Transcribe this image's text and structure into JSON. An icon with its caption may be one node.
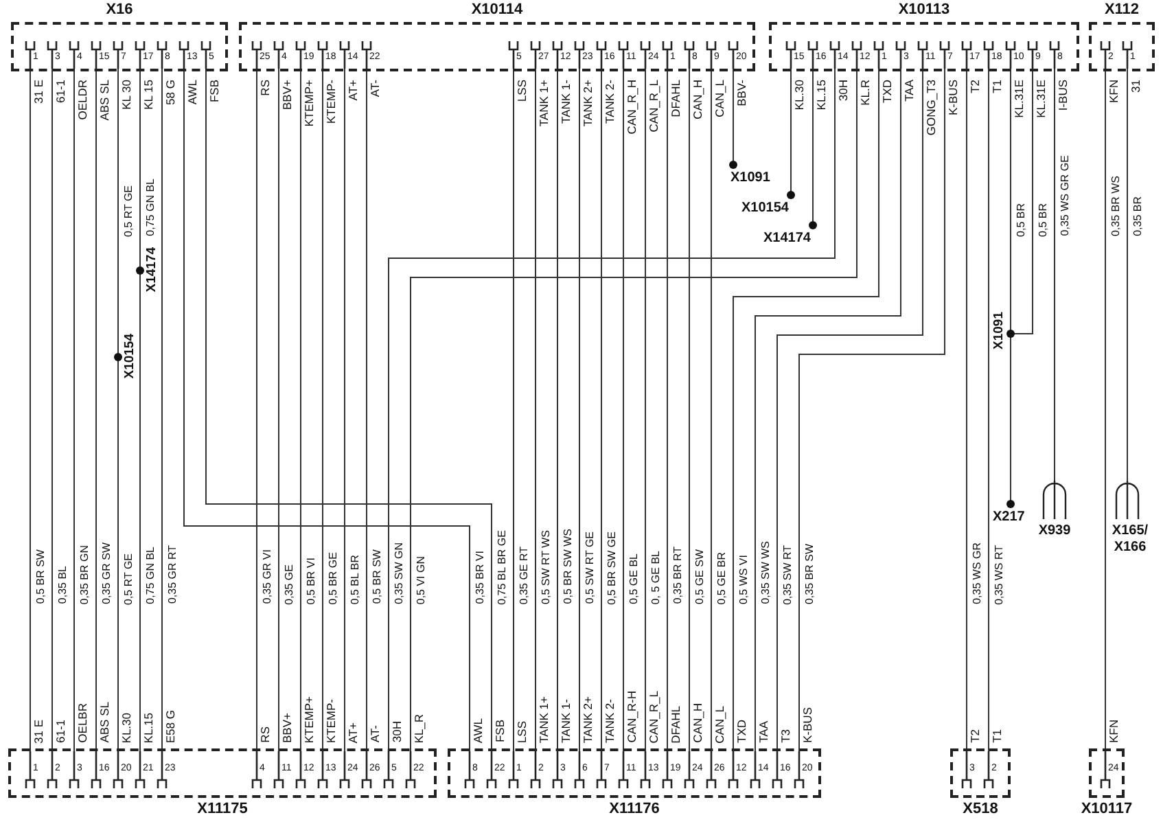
{
  "diagram": {
    "nodes": [
      {
        "text": [
          "X16"
        ]
      },
      {
        "text": [
          "1"
        ],
        "beside": [
          "31 E"
        ],
        "in": 0
      },
      {
        "text": [
          "3"
        ],
        "beside": [
          "61-1"
        ],
        "in": 0
      },
      {
        "text": [
          "4"
        ],
        "beside": [
          "OELDR"
        ],
        "in": 0
      },
      {
        "text": [
          "15"
        ],
        "beside": [
          "ABS SL"
        ],
        "in": 0
      },
      {
        "text": [
          "7"
        ],
        "beside": [
          "KL 30"
        ],
        "in": 0
      },
      {
        "text": [
          "17"
        ],
        "beside": [
          "KL 15"
        ],
        "in": 0
      },
      {
        "text": [
          "8"
        ],
        "beside": [
          "58 G"
        ],
        "in": 0
      },
      {
        "text": [
          "13"
        ],
        "beside": [
          "AWL"
        ],
        "in": 0
      },
      {
        "text": [
          "5"
        ],
        "beside": [
          "FSB"
        ],
        "in": 0
      },
      {
        "text": [
          "X10114"
        ]
      },
      {
        "text": [
          "25"
        ],
        "beside": [
          "RS"
        ],
        "in": 10
      },
      {
        "text": [
          "4"
        ],
        "beside": [
          "BBV+"
        ],
        "in": 10
      },
      {
        "text": [
          "19"
        ],
        "beside": [
          "KTEMP+"
        ],
        "in": 10
      },
      {
        "text": [
          "18"
        ],
        "beside": [
          "KTEMP-"
        ],
        "in": 10
      },
      {
        "text": [
          "14"
        ],
        "beside": [
          "AT+"
        ],
        "in": 10
      },
      {
        "text": [
          "22"
        ],
        "beside": [
          "AT-"
        ],
        "in": 10
      },
      {
        "text": [
          "5"
        ],
        "beside": [
          "LSS"
        ],
        "in": 10
      },
      {
        "text": [
          "27"
        ],
        "beside": [
          "TANK 1+"
        ],
        "in": 10
      },
      {
        "text": [
          "12"
        ],
        "beside": [
          "TANK 1-"
        ],
        "in": 10
      },
      {
        "text": [
          "23"
        ],
        "beside": [
          "TANK 2+"
        ],
        "in": 10
      },
      {
        "text": [
          "16"
        ],
        "beside": [
          "TANK 2-"
        ],
        "in": 10
      },
      {
        "text": [
          "11"
        ],
        "beside": [
          "CAN_R_H"
        ],
        "in": 10
      },
      {
        "text": [
          "24"
        ],
        "beside": [
          "CAN_R_L"
        ],
        "in": 10
      },
      {
        "text": [
          "1"
        ],
        "beside": [
          "DFAHL"
        ],
        "in": 10
      },
      {
        "text": [
          "8"
        ],
        "beside": [
          "CAN_H"
        ],
        "in": 10
      },
      {
        "text": [
          "9"
        ],
        "beside": [
          "CAN_L"
        ],
        "in": 10
      },
      {
        "text": [
          "20"
        ],
        "beside": [
          "BBV-"
        ],
        "in": 10
      },
      {
        "text": [
          "X10113"
        ]
      },
      {
        "text": [
          "15"
        ],
        "beside": [
          "KL.30"
        ],
        "in": 28
      },
      {
        "text": [
          "16"
        ],
        "beside": [
          "KL.15"
        ],
        "in": 28
      },
      {
        "text": [
          "14"
        ],
        "beside": [
          "30H"
        ],
        "in": 28
      },
      {
        "text": [
          "12"
        ],
        "beside": [
          "KL.R"
        ],
        "in": 28
      },
      {
        "text": [
          "1"
        ],
        "beside": [
          "TXD"
        ],
        "in": 28
      },
      {
        "text": [
          "3"
        ],
        "beside": [
          "TAA"
        ],
        "in": 28
      },
      {
        "text": [
          "11"
        ],
        "beside": [
          "GONG_T3"
        ],
        "in": 28
      },
      {
        "text": [
          "7"
        ],
        "beside": [
          "K-BUS"
        ],
        "in": 28
      },
      {
        "text": [
          "17"
        ],
        "beside": [
          "T2"
        ],
        "in": 28
      },
      {
        "text": [
          "18"
        ],
        "beside": [
          "T1"
        ],
        "in": 28
      },
      {
        "text": [
          "10"
        ],
        "beside": [
          "KL.31E"
        ],
        "in": 28
      },
      {
        "text": [
          "9"
        ],
        "beside": [
          "KL.31E"
        ],
        "in": 28
      },
      {
        "text": [
          "8"
        ],
        "beside": [
          "I-BUS"
        ],
        "in": 28
      },
      {
        "text": [
          "X112"
        ]
      },
      {
        "text": [
          "2"
        ],
        "beside": [
          "KFN"
        ],
        "in": 42
      },
      {
        "text": [
          "1"
        ],
        "beside": [
          "31"
        ],
        "in": 42
      },
      {
        "text": [
          "X1091"
        ]
      },
      {
        "text": [
          "X14174"
        ]
      },
      {
        "text": [
          "X10154"
        ]
      },
      {
        "text": [
          "X14174"
        ]
      },
      {
        "text": [
          "X1091"
        ]
      },
      {
        "text": [
          "X10154"
        ]
      },
      {
        "text": [
          "X217"
        ]
      },
      {
        "text": [
          "X939"
        ]
      },
      {
        "text": [
          "X165/ X166"
        ]
      },
      {
        "text": [
          "X11175"
        ]
      },
      {
        "text": [
          "1"
        ],
        "beside": [
          "31 E"
        ],
        "in": 54
      },
      {
        "text": [
          "2"
        ],
        "beside": [
          "61-1"
        ],
        "in": 54
      },
      {
        "text": [
          "3"
        ],
        "beside": [
          "OELBR"
        ],
        "in": 54
      },
      {
        "text": [
          "16"
        ],
        "beside": [
          "ABS SL"
        ],
        "in": 54
      },
      {
        "text": [
          "20"
        ],
        "beside": [
          "KL.30"
        ],
        "in": 54
      },
      {
        "text": [
          "21"
        ],
        "beside": [
          "KL.15"
        ],
        "in": 54
      },
      {
        "text": [
          "23"
        ],
        "beside": [
          "E58 G"
        ],
        "in": 54
      },
      {
        "text": [
          "4"
        ],
        "beside": [
          "RS"
        ],
        "in": 54
      },
      {
        "text": [
          "11"
        ],
        "beside": [
          "BBV+"
        ],
        "in": 54
      },
      {
        "text": [
          "12"
        ],
        "beside": [
          "KTEMP+"
        ],
        "in": 54
      },
      {
        "text": [
          "13"
        ],
        "beside": [
          "KTEMP-"
        ],
        "in": 54
      },
      {
        "text": [
          "24"
        ],
        "beside": [
          "AT+"
        ],
        "in": 54
      },
      {
        "text": [
          "26"
        ],
        "beside": [
          "AT-"
        ],
        "in": 54
      },
      {
        "text": [
          "5"
        ],
        "beside": [
          "30H"
        ],
        "in": 54
      },
      {
        "text": [
          "22"
        ],
        "beside": [
          "KL_R"
        ],
        "in": 54
      },
      {
        "text": [
          "X11176"
        ]
      },
      {
        "text": [
          "8"
        ],
        "beside": [
          "AWL"
        ],
        "in": 70
      },
      {
        "text": [
          "22"
        ],
        "beside": [
          "FSB"
        ],
        "in": 70
      },
      {
        "text": [
          "1"
        ],
        "beside": [
          "LSS"
        ],
        "in": 70
      },
      {
        "text": [
          "2"
        ],
        "beside": [
          "TANK 1+"
        ],
        "in": 70
      },
      {
        "text": [
          "3"
        ],
        "beside": [
          "TANK 1-"
        ],
        "in": 70
      },
      {
        "text": [
          "6"
        ],
        "beside": [
          "TANK 2+"
        ],
        "in": 70
      },
      {
        "text": [
          "7"
        ],
        "beside": [
          "TANK 2-"
        ],
        "in": 70
      },
      {
        "text": [
          "11"
        ],
        "beside": [
          "CAN_R-H"
        ],
        "in": 70
      },
      {
        "text": [
          "13"
        ],
        "beside": [
          "CAN_R_L"
        ],
        "in": 70
      },
      {
        "text": [
          "19"
        ],
        "beside": [
          "DFAHL"
        ],
        "in": 70
      },
      {
        "text": [
          "24"
        ],
        "beside": [
          "CAN_H"
        ],
        "in": 70
      },
      {
        "text": [
          "26"
        ],
        "beside": [
          "CAN_L"
        ],
        "in": 70
      },
      {
        "text": [
          "12"
        ],
        "beside": [
          "TXD"
        ],
        "in": 70
      },
      {
        "text": [
          "14"
        ],
        "beside": [
          "TAA"
        ],
        "in": 70
      },
      {
        "text": [
          "16"
        ],
        "beside": [
          "T3"
        ],
        "in": 70
      },
      {
        "text": [
          "20"
        ],
        "beside": [
          "K-BUS"
        ],
        "in": 70
      },
      {
        "text": [
          "X518"
        ]
      },
      {
        "text": [
          "3"
        ],
        "beside": [
          "T2"
        ],
        "in": 87
      },
      {
        "text": [
          "2"
        ],
        "beside": [
          "T1"
        ],
        "in": 87
      },
      {
        "text": [
          "X10117"
        ]
      },
      {
        "text": [
          "24"
        ],
        "beside": [
          "KFN"
        ],
        "in": 90
      }
    ],
    "edges": [
      {
        "from": 1,
        "to": 55,
        "arrow": "none",
        "label": "0,5 BR SW"
      },
      {
        "from": 2,
        "to": 56,
        "arrow": "none",
        "label": "0,35 BL"
      },
      {
        "from": 3,
        "to": 57,
        "arrow": "none",
        "label": "0,35 BR GN"
      },
      {
        "from": 4,
        "to": 58,
        "arrow": "none",
        "label": "0,35 GR SW"
      },
      {
        "from": 5,
        "to": 50,
        "arrow": "none",
        "label": "0,5 RT GE"
      },
      {
        "from": 50,
        "to": 59,
        "arrow": "none",
        "label": "0,5 RT GE"
      },
      {
        "from": 6,
        "to": 48,
        "arrow": "none",
        "label": "0,75 GN BL"
      },
      {
        "from": 48,
        "to": 60,
        "arrow": "none",
        "label": "0,75 GN BL"
      },
      {
        "from": 7,
        "to": 61,
        "arrow": "none",
        "label": "0,35 GR RT"
      },
      {
        "from": 8,
        "to": 71,
        "arrow": "none",
        "label": "0,35 BR VI"
      },
      {
        "from": 9,
        "to": 72,
        "arrow": "none",
        "label": "0,75 BL BR GE"
      },
      {
        "from": 11,
        "to": 62,
        "arrow": "none",
        "label": "0,35 GR VI"
      },
      {
        "from": 12,
        "to": 63,
        "arrow": "none",
        "label": "0,35 GE"
      },
      {
        "from": 13,
        "to": 64,
        "arrow": "none",
        "label": "0,5 BR VI"
      },
      {
        "from": 14,
        "to": 65,
        "arrow": "none",
        "label": "0,5 BR GE"
      },
      {
        "from": 15,
        "to": 66,
        "arrow": "none",
        "label": "0,5 BL BR"
      },
      {
        "from": 16,
        "to": 67,
        "arrow": "none",
        "label": "0,5 BR SW"
      },
      {
        "from": 17,
        "to": 73,
        "arrow": "none",
        "label": "0,35 GE RT"
      },
      {
        "from": 18,
        "to": 74,
        "arrow": "none",
        "label": "0,5 SW RT WS"
      },
      {
        "from": 19,
        "to": 75,
        "arrow": "none",
        "label": "0,5 BR SW WS"
      },
      {
        "from": 20,
        "to": 76,
        "arrow": "none",
        "label": "0,5 SW RT GE"
      },
      {
        "from": 21,
        "to": 77,
        "arrow": "none",
        "label": "0,5 BR SW GE"
      },
      {
        "from": 22,
        "to": 78,
        "arrow": "none",
        "label": "0,5 GE BL"
      },
      {
        "from": 23,
        "to": 79,
        "arrow": "none",
        "label": "0, 5 GE BL"
      },
      {
        "from": 24,
        "to": 80,
        "arrow": "none",
        "label": "0,35 BR RT"
      },
      {
        "from": 25,
        "to": 81,
        "arrow": "none",
        "label": "0,5 GE SW"
      },
      {
        "from": 26,
        "to": 82,
        "arrow": "none",
        "label": "0,5 GE BR"
      },
      {
        "from": 27,
        "to": 45,
        "arrow": "none"
      },
      {
        "from": 29,
        "to": 47,
        "arrow": "none"
      },
      {
        "from": 30,
        "to": 46,
        "arrow": "none"
      },
      {
        "from": 31,
        "to": 68,
        "arrow": "none",
        "label": "0,35 SW GN"
      },
      {
        "from": 32,
        "to": 69,
        "arrow": "none",
        "label": "0,5 VI GN"
      },
      {
        "from": 33,
        "to": 83,
        "arrow": "none",
        "label": "0,5 WS VI"
      },
      {
        "from": 34,
        "to": 84,
        "arrow": "none",
        "label": "0,35 SW WS"
      },
      {
        "from": 35,
        "to": 85,
        "arrow": "none",
        "label": "0,35 SW RT"
      },
      {
        "from": 36,
        "to": 86,
        "arrow": "none",
        "label": "0,35 BR SW"
      },
      {
        "from": 37,
        "to": 88,
        "arrow": "none",
        "label": "0,35 WS GR"
      },
      {
        "from": 38,
        "to": 89,
        "arrow": "none",
        "label": "0,35 WS RT"
      },
      {
        "from": 39,
        "to": 49,
        "arrow": "none",
        "label": "0,5 BR"
      },
      {
        "from": 40,
        "to": 49,
        "arrow": "none",
        "label": "0,5 BR"
      },
      {
        "from": 49,
        "to": 51,
        "arrow": "none"
      },
      {
        "from": 41,
        "to": 52,
        "arrow": "none",
        "label": "0,35 WS GR GE"
      },
      {
        "from": 43,
        "to": 91,
        "arrow": "none",
        "label": "0,35 BR WS"
      },
      {
        "from": 44,
        "to": 53,
        "arrow": "none",
        "label": "0,35 BR"
      }
    ]
  }
}
